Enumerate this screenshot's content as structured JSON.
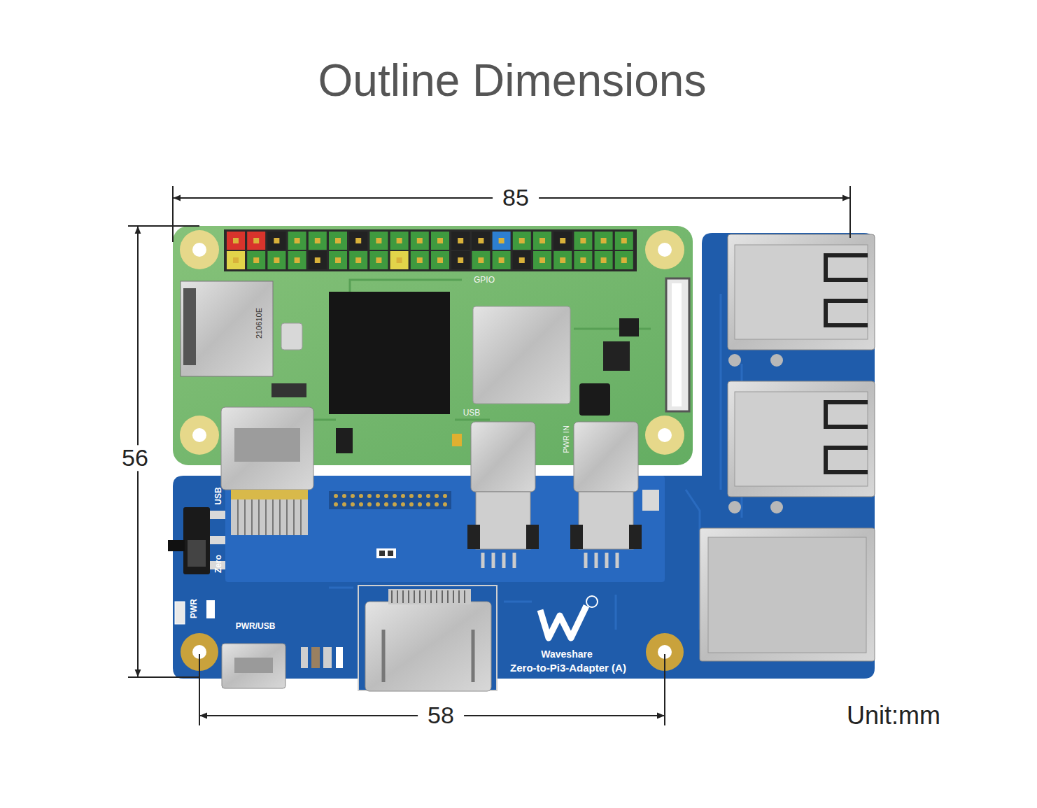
{
  "diagram": {
    "title": "Outline Dimensions",
    "labels": [
      "85",
      "56",
      "58",
      "Unit:mm",
      "GPIO",
      "USB",
      "PWR IN",
      "210610E",
      "USB",
      "Zero",
      "PWR",
      "PWR/USB",
      "Waveshare",
      "Zero-to-Pi3-Adapter (A)"
    ]
  }
}
